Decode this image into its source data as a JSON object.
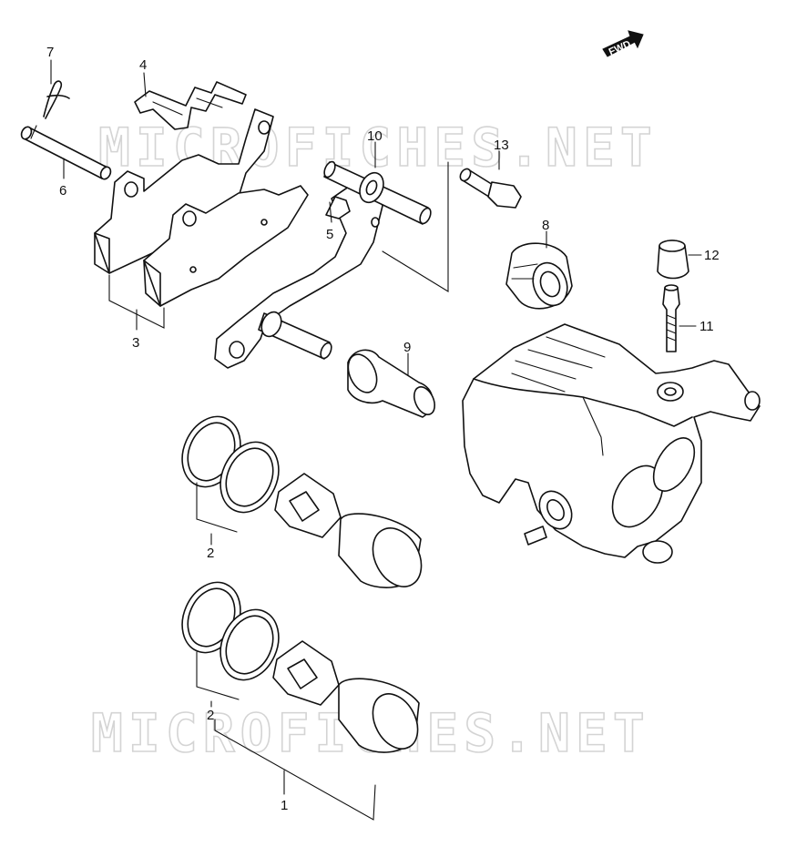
{
  "watermark": {
    "top": "MICROFICHES.NET",
    "bottom": "MICROFICHES.NET"
  },
  "direction_badge": {
    "text": "FWD",
    "icon": "arrow-right-icon"
  },
  "callouts": {
    "c1": "1",
    "c2a": "2",
    "c2b": "2",
    "c3": "3",
    "c4": "4",
    "c5": "5",
    "c6": "6",
    "c7": "7",
    "c8": "8",
    "c9": "9",
    "c10": "10",
    "c11": "11",
    "c12": "12",
    "c13": "13"
  }
}
